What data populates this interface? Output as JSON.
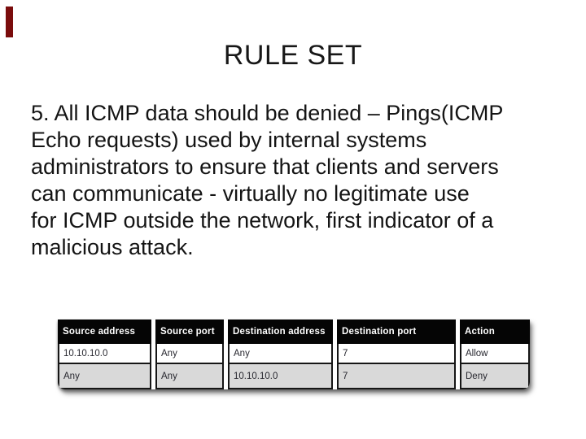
{
  "slide": {
    "title": "RULE SET",
    "body_text": "5. All ICMP data should be denied – Pings(ICMP\nEcho requests) used by internal systems\nadministrators to ensure that clients and servers\ncan communicate - virtually no legitimate use\nfor ICMP outside the network, first indicator of a\nmalicious attack.",
    "marker_color": "#7a0c0c",
    "background_color": "#ffffff",
    "text_color": "#141414"
  },
  "table": {
    "columns": [
      "Source address",
      "Source port",
      "Destination address",
      "Destination port",
      "Action"
    ],
    "rows": [
      [
        "10.10.10.0",
        "Any",
        "Any",
        "7",
        "Allow"
      ],
      [
        "Any",
        "Any",
        "10.10.10.0",
        "7",
        "Deny"
      ]
    ],
    "header_bg": "#050505",
    "header_text_color": "#ffffff",
    "row1_bg": "#ffffff",
    "row2_bg": "#d9d9d9",
    "cell_text_color": "#26262e"
  }
}
